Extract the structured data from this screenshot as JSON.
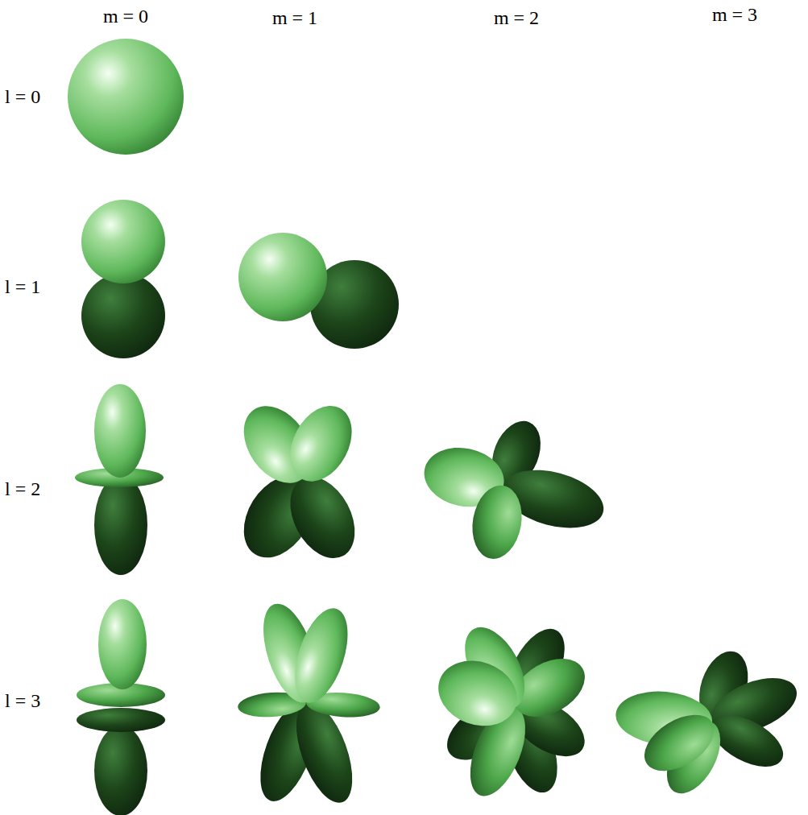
{
  "diagram": {
    "labels": [
      "m = 0",
      "m = 1",
      "m = 2",
      "m = 3",
      "l = 0",
      "l = 1",
      "l = 2",
      "l = 3"
    ]
  }
}
